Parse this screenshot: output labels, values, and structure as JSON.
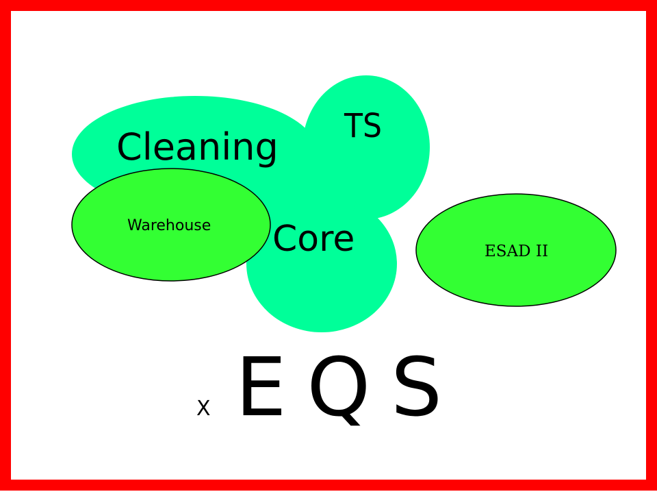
{
  "colors": {
    "frame": "#ff0000",
    "background": "#ffffff",
    "cluster_fill": "#00ff99",
    "highlight_fill": "#33ff33",
    "outline": "#000000",
    "text": "#000000"
  },
  "labels": {
    "cleaning": "Cleaning",
    "ts": "TS",
    "core": "Core",
    "warehouse": "Warehouse",
    "esad": "ESAD II",
    "x": "X",
    "eqs": "E Q S"
  }
}
